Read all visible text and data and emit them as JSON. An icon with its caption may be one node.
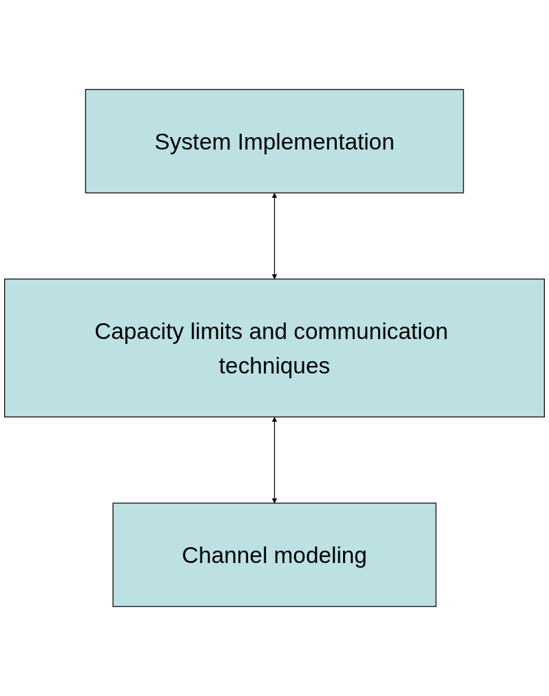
{
  "diagram": {
    "nodes": [
      {
        "text": [
          "System Implementation"
        ]
      },
      {
        "text": [
          "Capacity limits and communication techniques"
        ]
      },
      {
        "text": [
          "Channel modeling"
        ]
      }
    ],
    "edges": [
      {
        "from": 0,
        "to": 1,
        "arrow": "both"
      },
      {
        "from": 1,
        "to": 2,
        "arrow": "both"
      }
    ]
  }
}
